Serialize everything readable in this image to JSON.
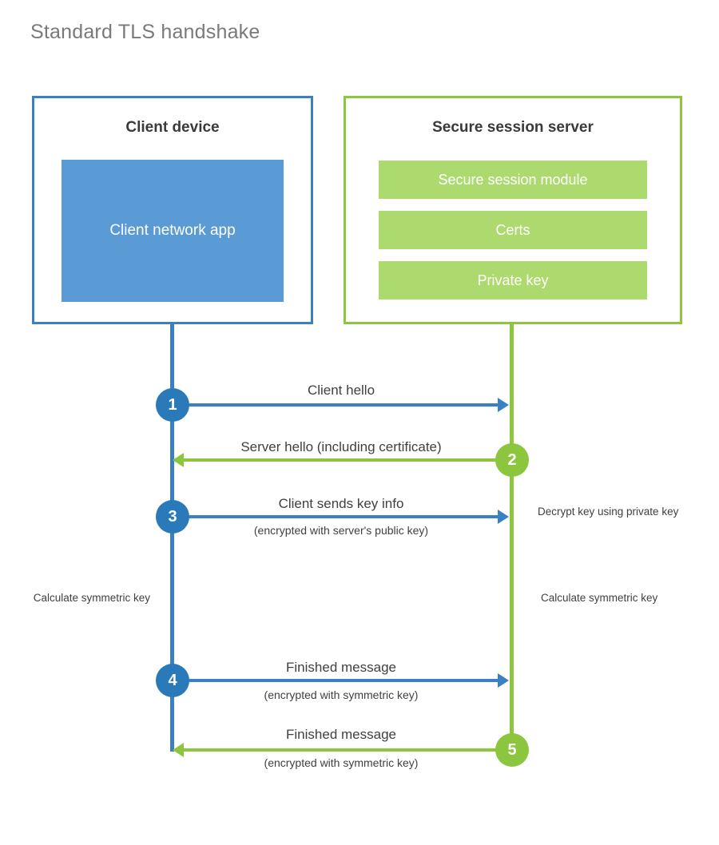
{
  "title": "Standard TLS handshake",
  "colors": {
    "client_border": "#3b7fc4",
    "client_fill": "#5b9bd5",
    "server_border": "#8cc63f",
    "server_fill": "#adda6f",
    "client_step": "#2a7ab9",
    "server_step": "#8cc63f",
    "text": "#404040",
    "title_text": "#7a7a7a",
    "background": "#ffffff"
  },
  "client_panel": {
    "title": "Client device",
    "app_block": "Client network app"
  },
  "server_panel": {
    "title": "Secure session server",
    "components": [
      {
        "label": "Secure session module"
      },
      {
        "label": "Certs"
      },
      {
        "label": "Private key"
      }
    ]
  },
  "steps": [
    {
      "number": "1",
      "direction": "client-to-server",
      "label": "Client hello",
      "sublabel": "",
      "color": "#3b7fc4"
    },
    {
      "number": "2",
      "direction": "server-to-client",
      "label": "Server hello (including certificate)",
      "sublabel": "",
      "color": "#8cc63f"
    },
    {
      "number": "3",
      "direction": "client-to-server",
      "label": "Client sends key info",
      "sublabel": "(encrypted with server's public key)",
      "color": "#3b7fc4"
    },
    {
      "number": "4",
      "direction": "client-to-server",
      "label": "Finished message",
      "sublabel": "(encrypted with symmetric key)",
      "color": "#3b7fc4"
    },
    {
      "number": "5",
      "direction": "server-to-client",
      "label": "Finished message",
      "sublabel": "(encrypted with symmetric key)",
      "color": "#8cc63f"
    }
  ],
  "notes": {
    "server_decrypt": "Decrypt key using private key",
    "client_calculate": "Calculate symmetric key",
    "server_calculate": "Calculate symmetric key"
  }
}
